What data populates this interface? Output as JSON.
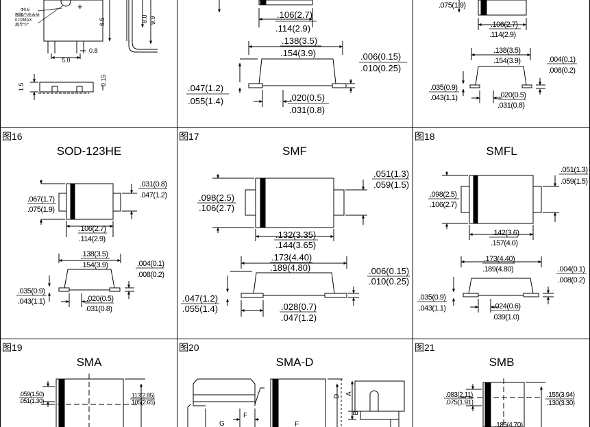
{
  "cells": {
    "c16": {
      "fig": "图16",
      "title": "SOD-123HE"
    },
    "c17": {
      "fig": "图17",
      "title": "SMF"
    },
    "c18": {
      "fig": "图18",
      "title": "SMFL"
    },
    "c19": {
      "fig": "图19",
      "title": "SMA"
    },
    "c20": {
      "fig": "图20",
      "title": "SMA-D"
    },
    "c21": {
      "fig": "图21",
      "title": "SMB"
    }
  },
  "top_left": {
    "phi": "Φ0.6",
    "note1": "跟腰凸出本体",
    "note2": "0.02MAX",
    "note3": "周半\"P\"",
    "plus": "+",
    "d65": "6.5",
    "d80": "8.0",
    "d99": "9.9",
    "d08": "0.8",
    "d50": "5.0",
    "d15": "1.5",
    "d015": "0.15"
  },
  "top_mid": {
    "w1a": ".106(2.7)",
    "w1b": ".114(2.9)",
    "w2a": ".138(3.5)",
    "w2b": ".154(3.9)",
    "t1a": ".006(0.15)",
    "t1b": ".010(0.25)",
    "h1a": ".047(1.2)",
    "h1b": ".055(1.4)",
    "l1a": ".020(0.5)",
    "l1b": ".031(0.8)"
  },
  "top_right": {
    "h0": ".075(1.9)",
    "w1a": ".106(2.7)",
    "w1b": ".114(2.9)",
    "w2a": ".138(3.5)",
    "w2b": ".154(3.9)",
    "t1a": ".004(0.1)",
    "t1b": ".008(0.2)",
    "h1a": ".035(0.9)",
    "h1b": ".043(1.1)",
    "l1a": ".020(0.5)",
    "l1b": ".031(0.8)"
  },
  "p16": {
    "ha": ".067(1.7)",
    "hb": ".075(1.9)",
    "pa": ".031(0.8)",
    "pb": ".047(1.2)",
    "wa": ".106(2.7)",
    "wb": ".114(2.9)",
    "oa": ".138(3.5)",
    "ob": ".154(3.9)",
    "ta": ".004(0.1)",
    "tb": ".008(0.2)",
    "za": ".035(0.9)",
    "zb": ".043(1.1)",
    "la": ".020(0.5)",
    "lb": ".031(0.8)"
  },
  "p17": {
    "ha": ".098(2.5)",
    "hb": ".106(2.7)",
    "pa": ".051(1.3)",
    "pb": ".059(1.5)",
    "wa": ".132(3.35)",
    "wb": ".144(3.65)",
    "oa": ".173(4.40)",
    "ob": ".189(4.80)",
    "ta": ".006(0.15)",
    "tb": ".010(0.25)",
    "za": ".047(1.2)",
    "zb": ".055(1.4)",
    "la": ".028(0.7)",
    "lb": ".047(1.2)"
  },
  "p18": {
    "ha": ".098(2.5)",
    "hb": ".106(2.7)",
    "pa": ".051(1.3)",
    "pb": ".059(1.5)",
    "wa": ".142(3.6)",
    "wb": ".157(4.0)",
    "oa": ".173(4.40)",
    "ob": ".189(4.80)",
    "ta": ".004(0.1)",
    "tb": ".008(0.2)",
    "za": ".035(0.9)",
    "zb": ".043(1.1)",
    "la": ".024(0.6)",
    "lb": ".039(1.0)"
  },
  "p19": {
    "ha": ".059(1.50)",
    "hb": ".051(1.30)",
    "pa": ".113(2.85)",
    "pb": ".105(2.65)"
  },
  "p20": {
    "g": "G",
    "f": "F",
    "d": "D",
    "a": "A",
    "b": "B"
  },
  "p21": {
    "ha": ".083(2.11)",
    "hb": ".075(1.91)",
    "pa": ".155(3.94)",
    "pb": ".130(3.30)",
    "w": ".185(4.70)"
  }
}
